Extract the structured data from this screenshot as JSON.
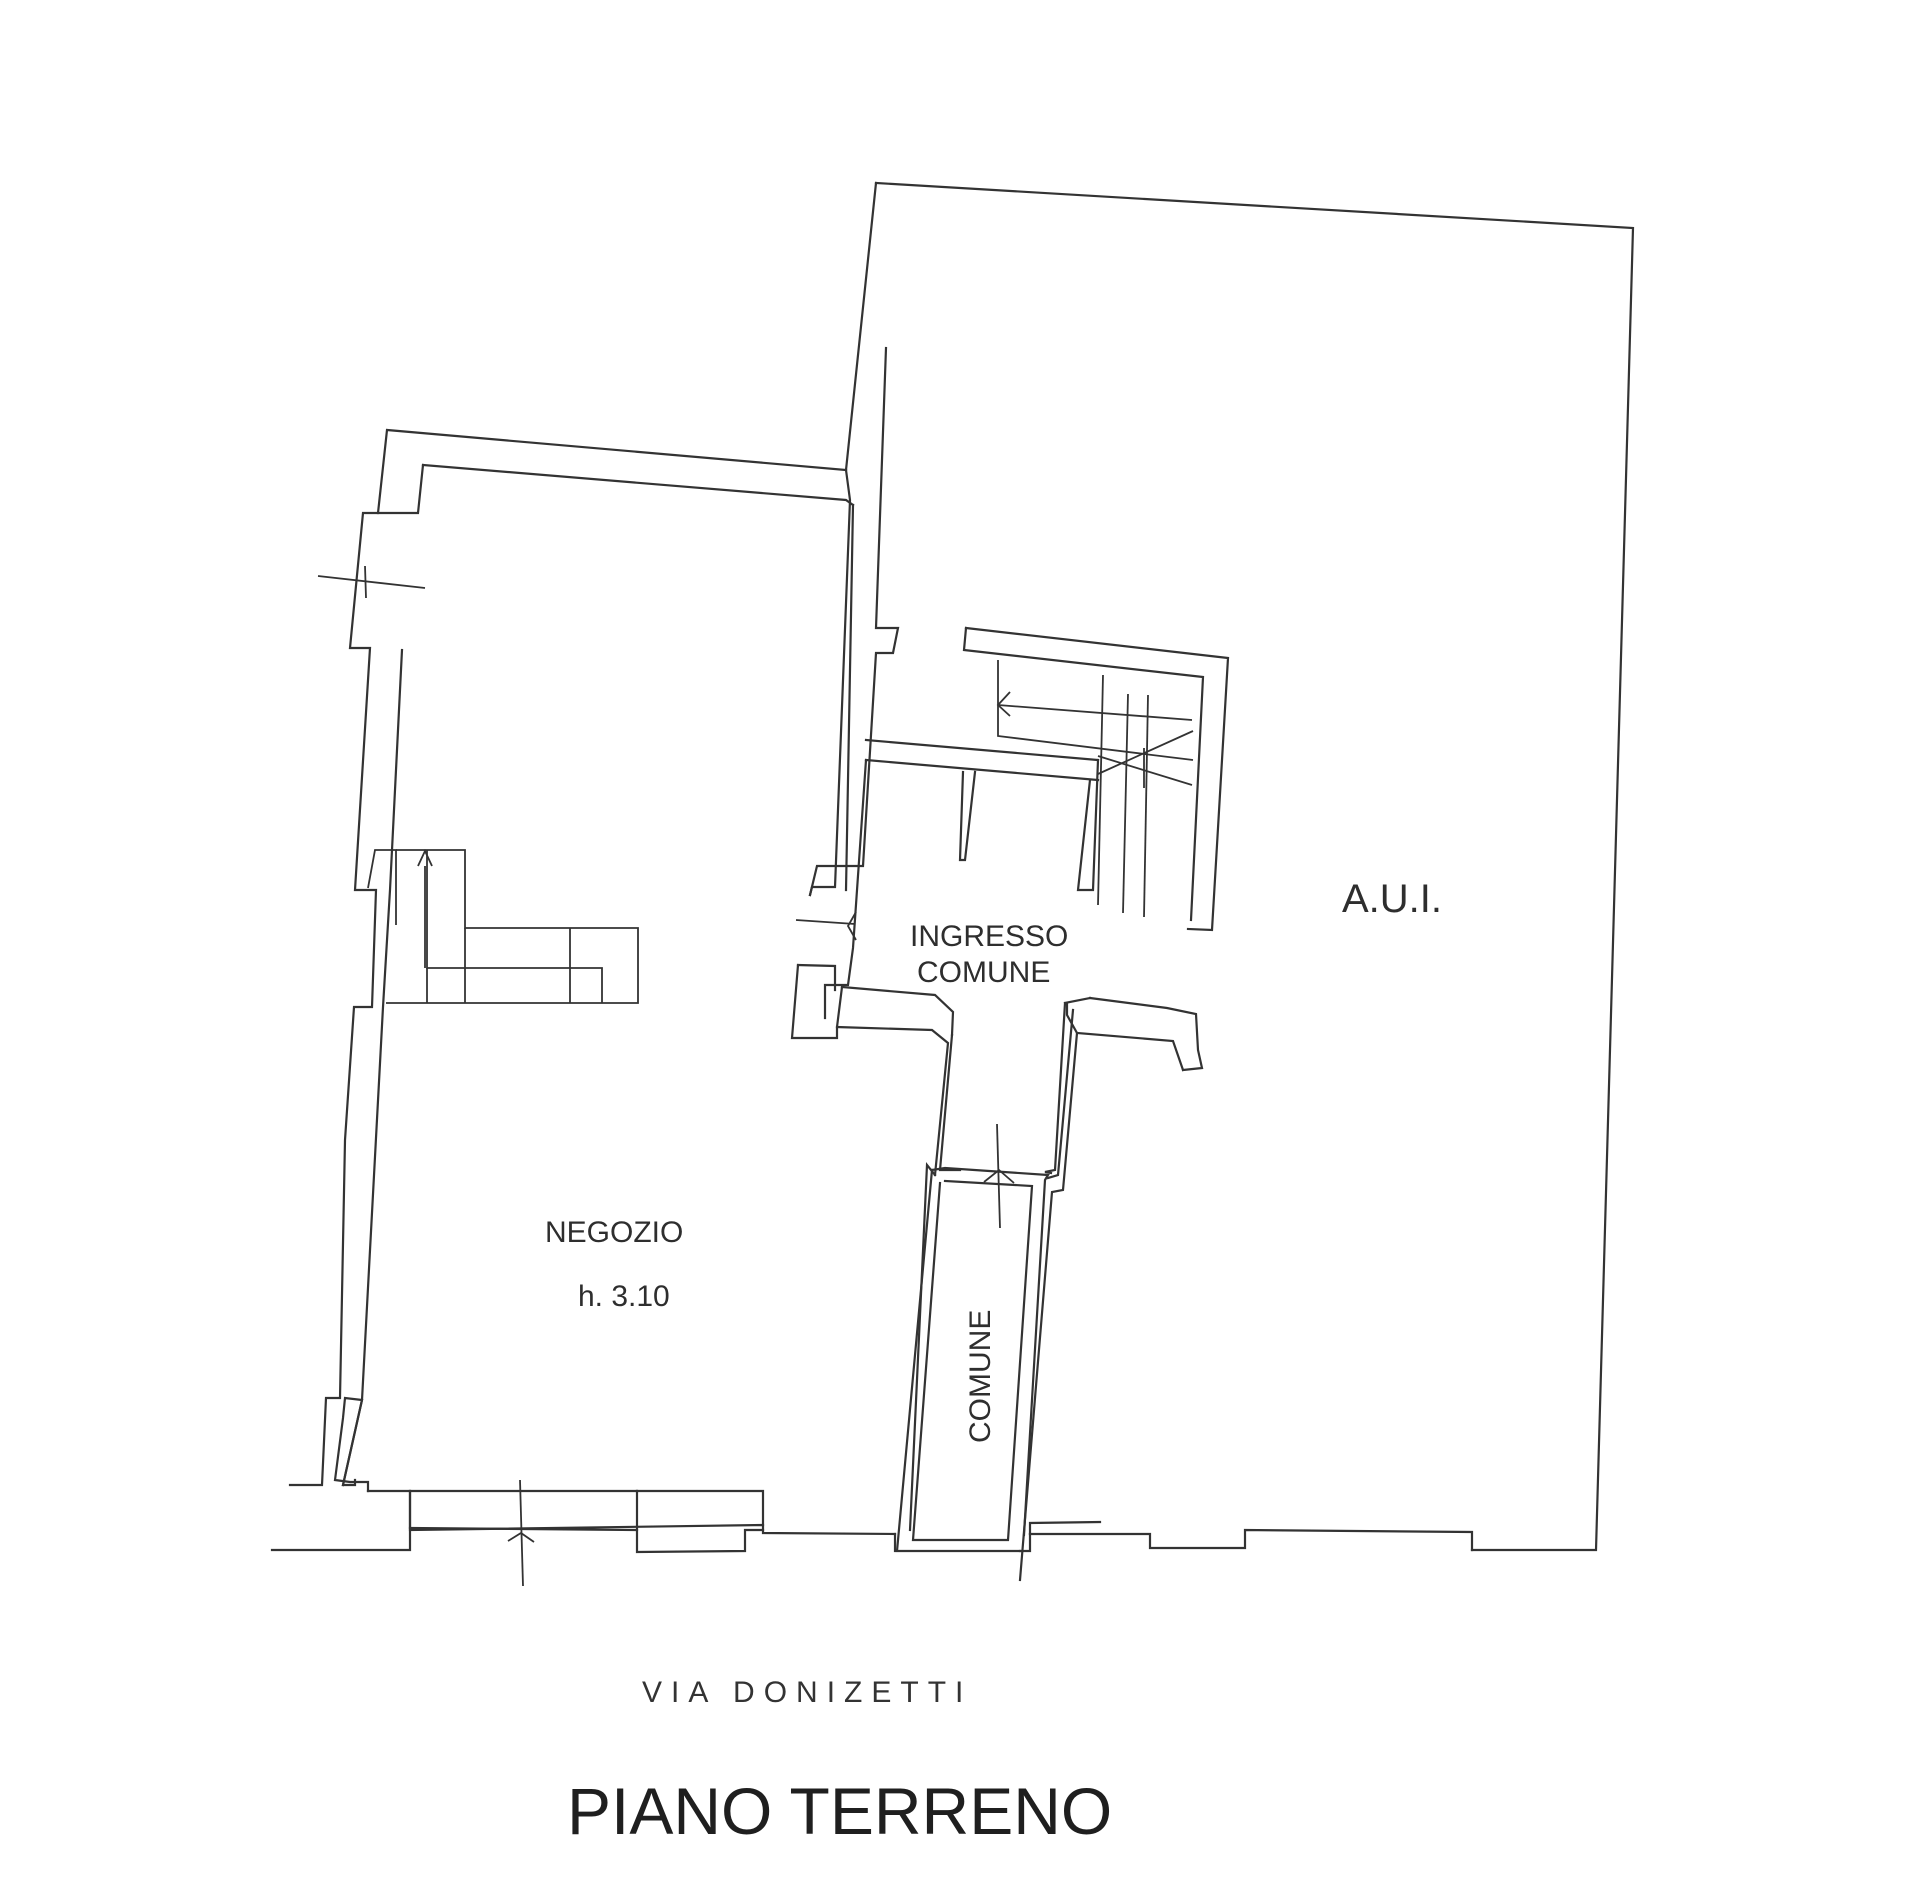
{
  "rooms": {
    "aui": "A.U.I.",
    "ingresso_line1": "INGRESSO",
    "ingresso_line2": "COMUNE",
    "negozio": "NEGOZIO",
    "negozio_height": "h. 3.10",
    "comune": "COMUNE"
  },
  "street": "VIA DONIZETTI",
  "title": "PIANO TERRENO"
}
